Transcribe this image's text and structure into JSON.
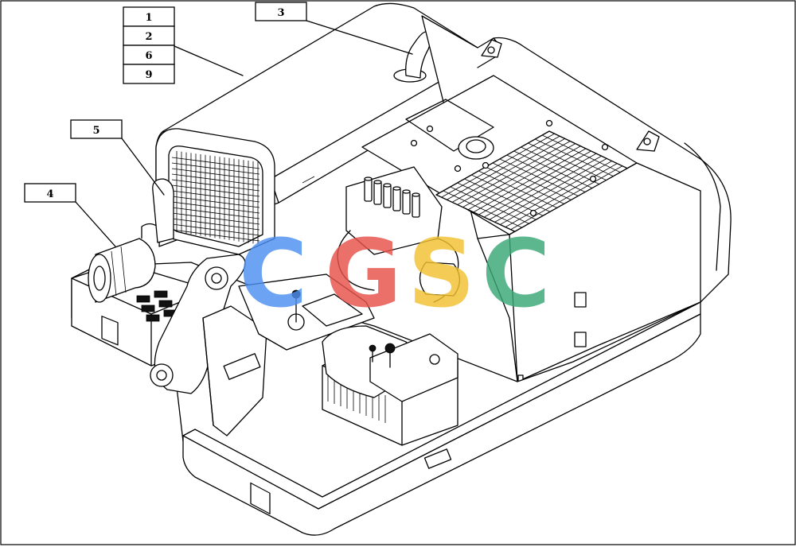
{
  "callouts": {
    "stack": [
      "1",
      "2",
      "6",
      "9"
    ],
    "c3": "3",
    "c5": "5",
    "c4": "4"
  },
  "watermark": {
    "letters": [
      "C",
      "G",
      "S",
      "C"
    ],
    "colors": [
      "#4d8ff0",
      "#e8514a",
      "#f2c230",
      "#3aa876"
    ]
  }
}
